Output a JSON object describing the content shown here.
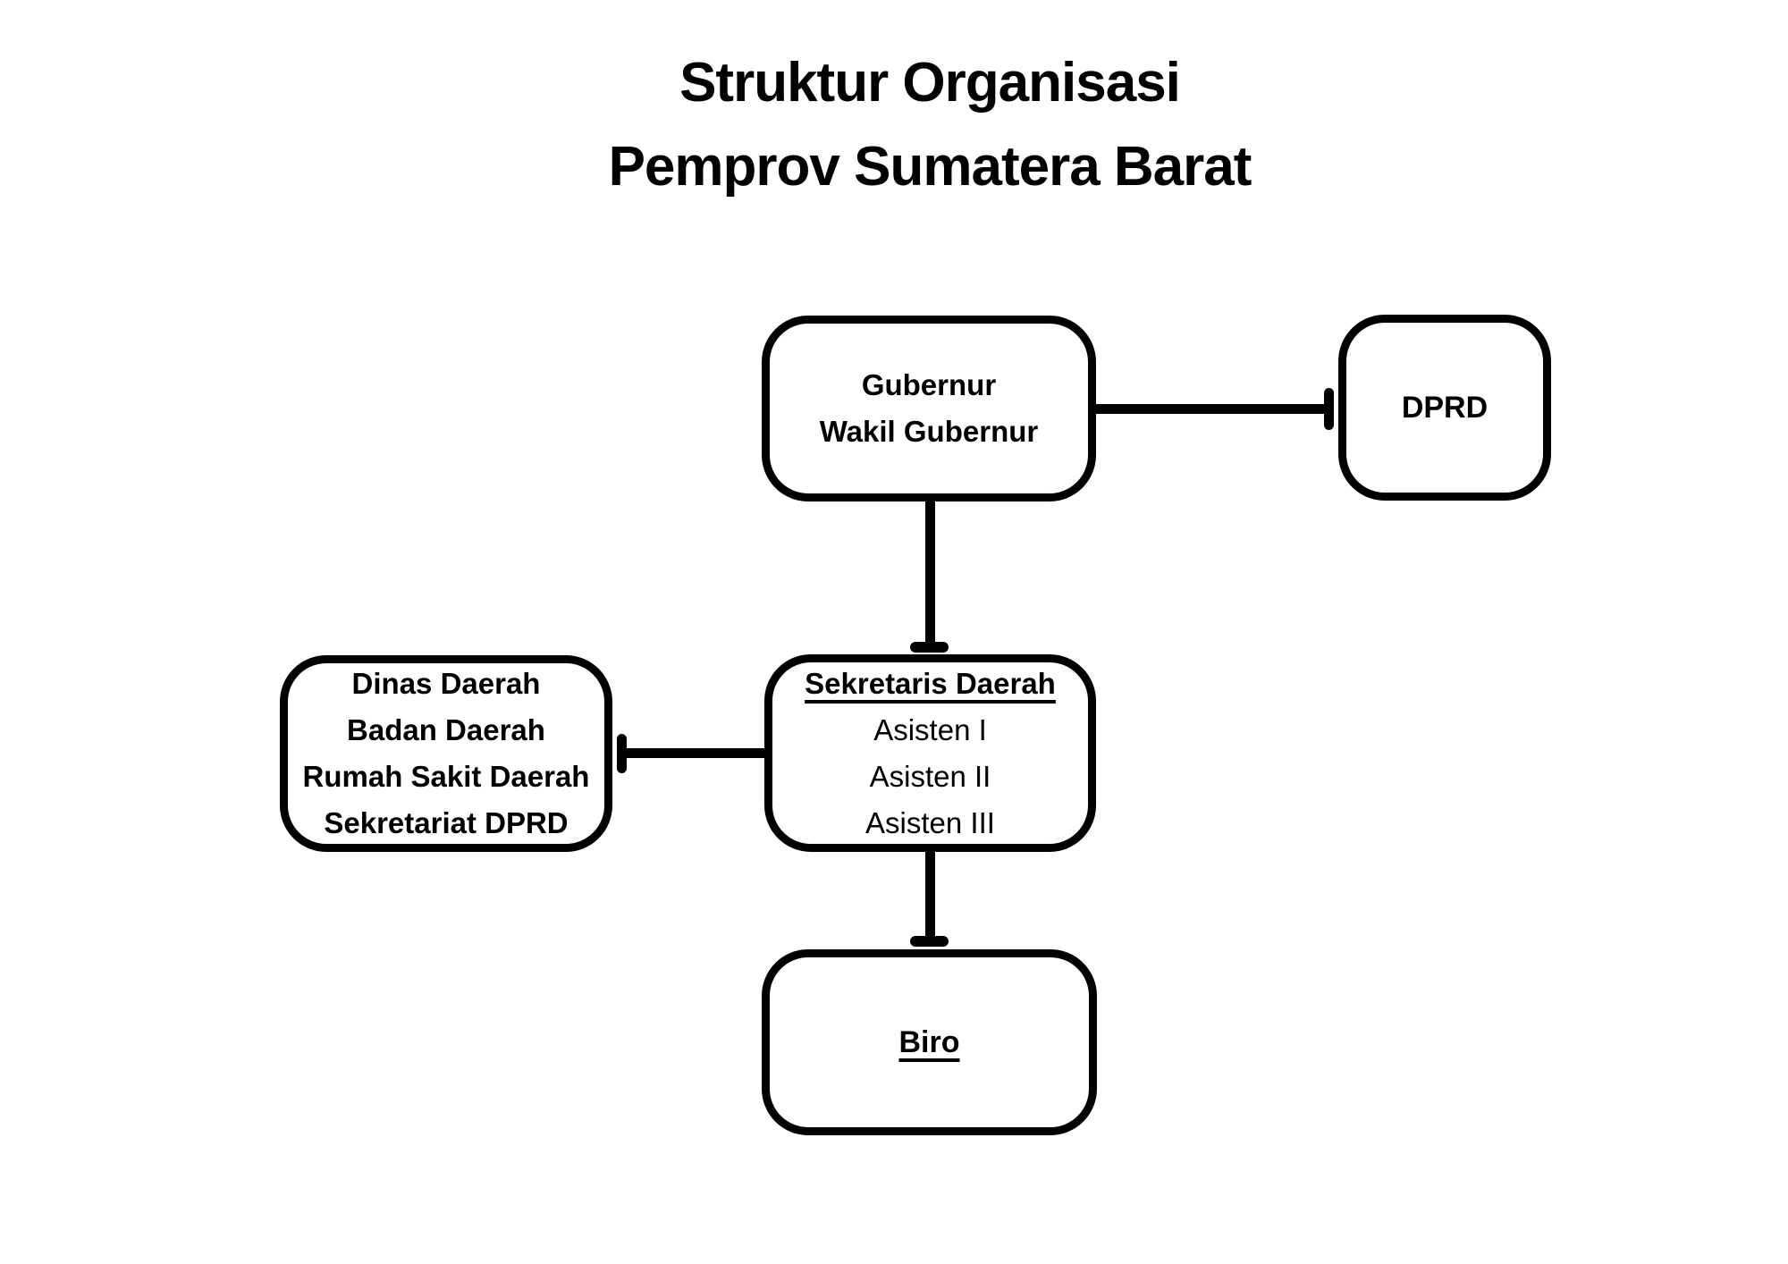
{
  "title": {
    "line1": "Struktur Organisasi",
    "line2": "Pemprov Sumatera Barat"
  },
  "nodes": {
    "gubernur": {
      "lines": [
        "Gubernur",
        "Wakil Gubernur"
      ]
    },
    "dprd": {
      "label": "DPRD"
    },
    "sekretaris": {
      "heading": "Sekretaris Daerah",
      "items": [
        "Asisten I",
        "Asisten II",
        "Asisten III"
      ]
    },
    "dinas": {
      "lines": [
        "Dinas Daerah",
        "Badan Daerah",
        "Rumah Sakit Daerah",
        "Sekretariat DPRD"
      ]
    },
    "biro": {
      "label": "Biro"
    }
  },
  "edges": [
    {
      "from": "Gubernur Wakil Gubernur",
      "to": "DPRD",
      "direction": "horizontal"
    },
    {
      "from": "Gubernur Wakil Gubernur",
      "to": "Sekretaris Daerah",
      "direction": "vertical"
    },
    {
      "from": "Sekretaris Daerah",
      "to": "Dinas Daerah Badan Daerah Rumah Sakit Daerah Sekretariat DPRD",
      "direction": "horizontal"
    },
    {
      "from": "Sekretaris Daerah",
      "to": "Biro",
      "direction": "vertical"
    }
  ],
  "colors": {
    "stroke": "#000000",
    "background": "#ffffff",
    "text": "#000000"
  }
}
